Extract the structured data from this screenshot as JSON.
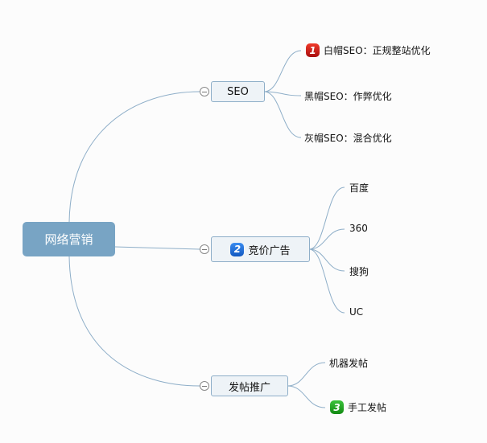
{
  "root": "网络营销",
  "branches": [
    {
      "label": "SEO",
      "children": [
        {
          "label": "白帽SEO：正规整站优化",
          "priority": "1"
        },
        {
          "label": "黑帽SEO：作弊优化"
        },
        {
          "label": "灰帽SEO：混合优化"
        }
      ]
    },
    {
      "label": "竞价广告",
      "priority": "2",
      "children": [
        {
          "label": "百度"
        },
        {
          "label": "360"
        },
        {
          "label": "搜狗"
        },
        {
          "label": "UC"
        }
      ]
    },
    {
      "label": "发帖推广",
      "children": [
        {
          "label": "机器发帖"
        },
        {
          "label": "手工发帖",
          "priority": "3"
        }
      ]
    }
  ],
  "colors": {
    "root": "#78a4c4",
    "line": "#8eaec8",
    "p1": "#d81e1e",
    "p2": "#1e6fd8",
    "p3": "#22a322"
  }
}
